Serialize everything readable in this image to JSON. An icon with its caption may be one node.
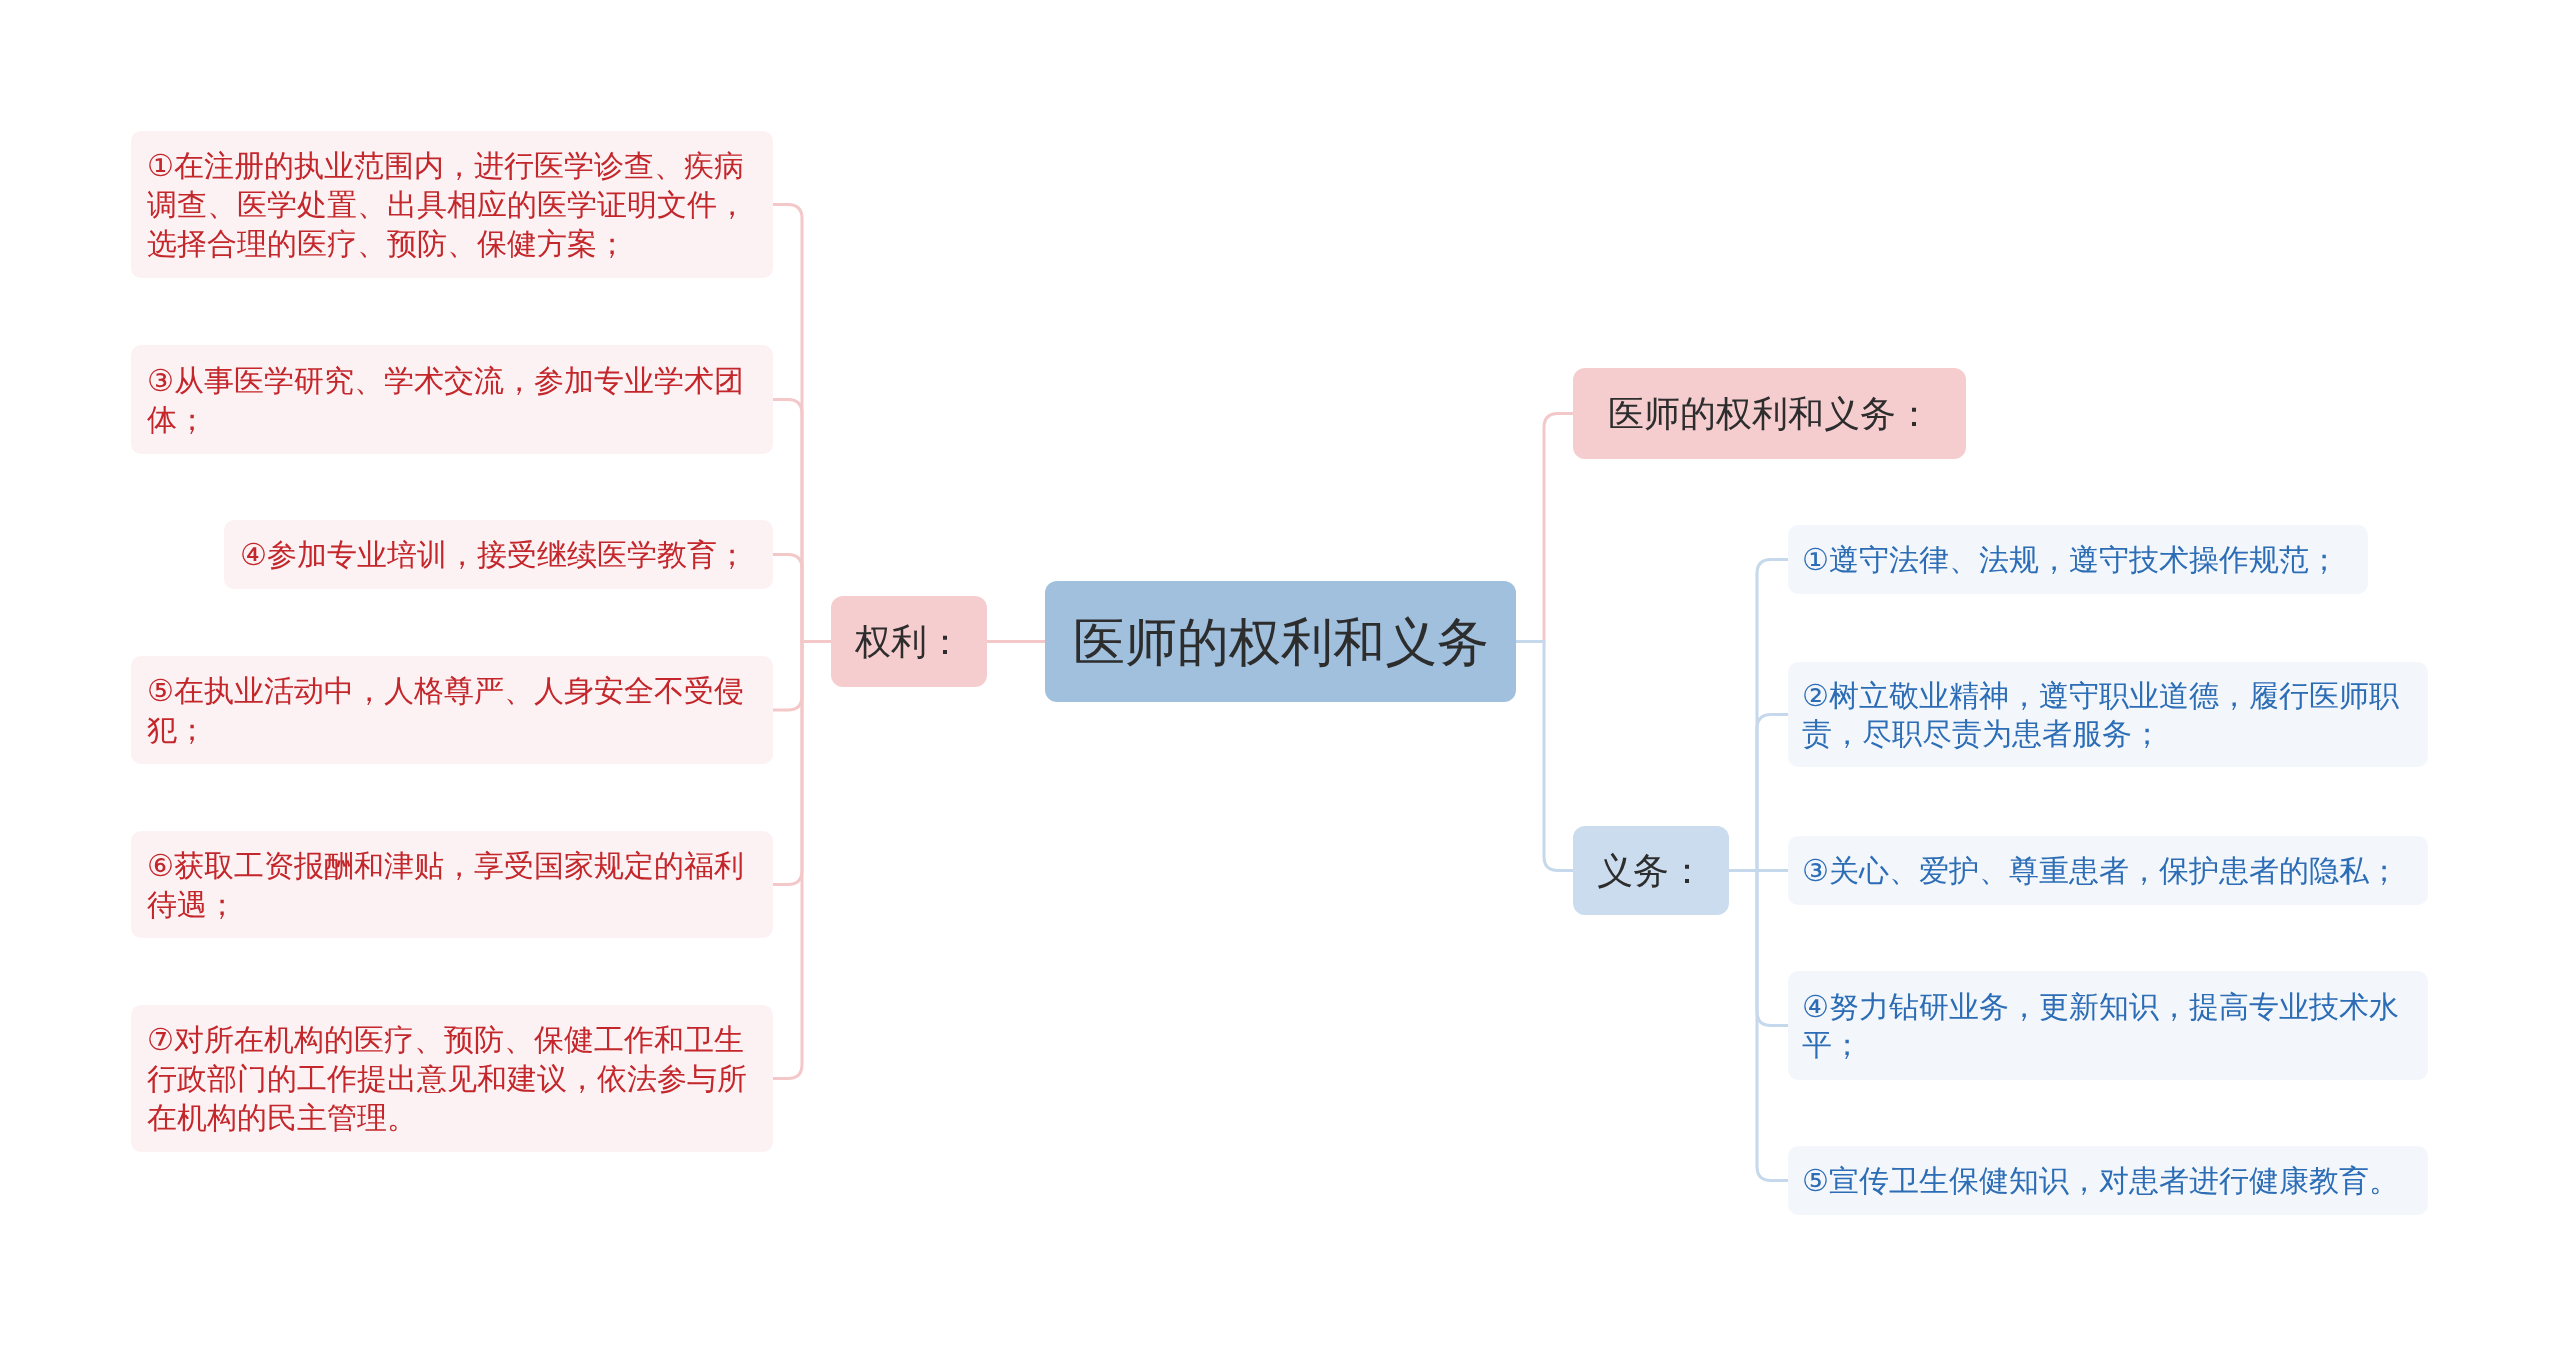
{
  "diagram": {
    "nodes": [
      {
        "text": [
          "医师的权利和义务"
        ]
      },
      {
        "text": [
          "权利："
        ]
      },
      {
        "text": [
          "①在注册的执业范围内，进行医学诊查、疾病调查、医学处置、出具相应的医学证明文件，选择合理的医疗、预防、保健方案；"
        ]
      },
      {
        "text": [
          "③从事医学研究、学术交流，参加专业学术团体；"
        ]
      },
      {
        "text": [
          "④参加专业培训，接受继续医学教育；"
        ]
      },
      {
        "text": [
          "⑤在执业活动中，人格尊严、人身安全不受侵犯；"
        ]
      },
      {
        "text": [
          "⑥获取工资报酬和津贴，享受国家规定的福利待遇；"
        ]
      },
      {
        "text": [
          "⑦对所在机构的医疗、预防、保健工作和卫生行政部门的工作提出意见和建议，依法参与所在机构的民主管理。"
        ]
      },
      {
        "text": [
          "医师的权利和义务："
        ]
      },
      {
        "text": [
          "义务："
        ]
      },
      {
        "text": [
          "①遵守法律、法规，遵守技术操作规范；"
        ]
      },
      {
        "text": [
          "②树立敬业精神，遵守职业道德，履行医师职责，尽职尽责为患者服务；"
        ]
      },
      {
        "text": [
          "③关心、爱护、尊重患者，保护患者的隐私；"
        ]
      },
      {
        "text": [
          "④努力钻研业务，更新知识，提高专业技术水平；"
        ]
      },
      {
        "text": [
          "⑤宣传卫生保健知识，对患者进行健康教育。"
        ]
      }
    ],
    "edges": [
      {
        "from": 0,
        "to": 1,
        "arrow": "none"
      },
      {
        "from": 1,
        "to": 2,
        "arrow": "none"
      },
      {
        "from": 1,
        "to": 3,
        "arrow": "none"
      },
      {
        "from": 1,
        "to": 4,
        "arrow": "none"
      },
      {
        "from": 1,
        "to": 5,
        "arrow": "none"
      },
      {
        "from": 1,
        "to": 6,
        "arrow": "none"
      },
      {
        "from": 1,
        "to": 7,
        "arrow": "none"
      },
      {
        "from": 0,
        "to": 8,
        "arrow": "none"
      },
      {
        "from": 0,
        "to": 9,
        "arrow": "none",
        "color": "#c6d8eb"
      },
      {
        "from": 9,
        "to": 10,
        "arrow": "none",
        "color": "#c6d8eb"
      },
      {
        "from": 9,
        "to": 11,
        "arrow": "none",
        "color": "#c6d8eb"
      },
      {
        "from": 9,
        "to": 12,
        "arrow": "none",
        "color": "#c6d8eb"
      },
      {
        "from": 9,
        "to": 13,
        "arrow": "none",
        "color": "#c6d8eb"
      },
      {
        "from": 9,
        "to": 14,
        "arrow": "none",
        "color": "#c6d8eb"
      }
    ]
  }
}
